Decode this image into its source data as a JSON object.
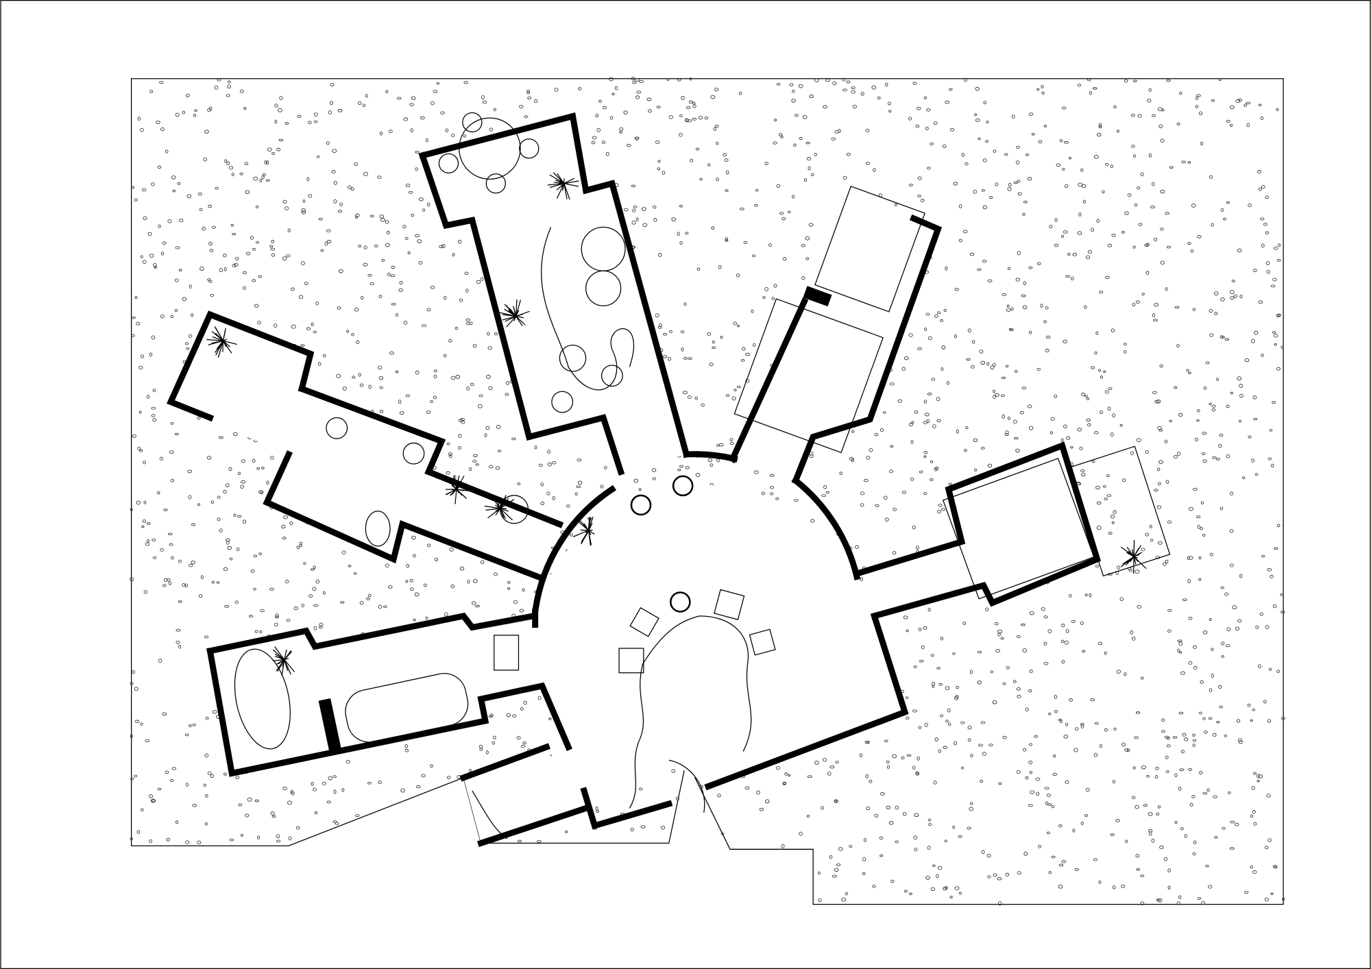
{
  "drawing": {
    "kind": "floor-plan",
    "colors": {
      "wall": "#000000",
      "background": "#ffffff",
      "gravel": "#333333"
    },
    "elements": [
      "site-boundary",
      "gravel-texture",
      "central-hall",
      "north-wing",
      "northeast-stair-wing",
      "east-wing",
      "west-bath-wing",
      "southwest-bath-wing",
      "south-rooms",
      "entrance",
      "furniture",
      "plants"
    ]
  }
}
